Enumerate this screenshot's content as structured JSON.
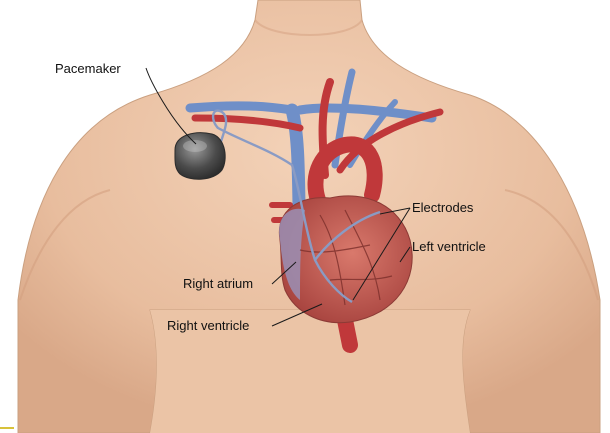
{
  "labels": {
    "pacemaker": "Pacemaker",
    "electrodes": "Electrodes",
    "left_ventricle": "Left ventricle",
    "right_atrium": "Right atrium",
    "right_ventricle": "Right ventricle"
  },
  "colors": {
    "skin": "#e9c2a5",
    "skin_shadow": "#d9a888",
    "artery": "#c0383a",
    "vein": "#6f8fc8",
    "heart": "#c65a52",
    "device": "#4a4a4a",
    "lead": "#8a9bc4",
    "label_text": "#111111",
    "accent_mark": "#d8c23a"
  }
}
